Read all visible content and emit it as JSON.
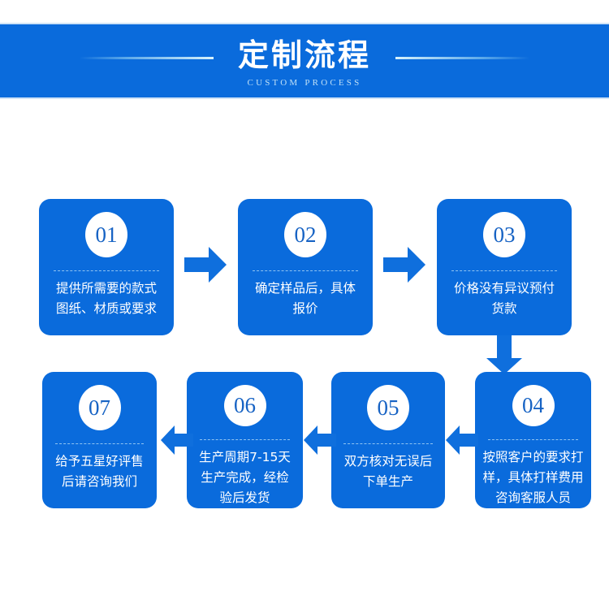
{
  "header": {
    "title": "定制流程",
    "subtitle": "CUSTOM PROCESS",
    "background_color": "#0a6bdc",
    "title_color": "#ffffff",
    "subtitle_color": "#bfe0f7",
    "left_rule": "decorative-line",
    "right_rule": "decorative-line"
  },
  "theme": {
    "card_color": "#0a6bdc",
    "arrow_color": "#0f6fdd",
    "circle_color": "#ffffff",
    "number_color": "#1763c4",
    "page_background": "#ffffff"
  },
  "flow": {
    "row1": [
      {
        "number": "01",
        "text": "提供所需要的款式\n图纸、材质或要求"
      },
      {
        "number": "02",
        "text": "确定样品后，具体\n报价"
      },
      {
        "number": "03",
        "text": "价格没有异议预付\n货款"
      }
    ],
    "row2": [
      {
        "number": "07",
        "text": "给予五星好评售\n后请咨询我们"
      },
      {
        "number": "06",
        "text": "生产周期7-15天\n生产完成，经检\n验后发货"
      },
      {
        "number": "05",
        "text": "双方核对无误后\n下单生产"
      },
      {
        "number": "04",
        "text": "按照客户的要求打\n样，具体打样费用\n咨询客服人员"
      }
    ]
  },
  "arrows": {
    "r1_a": "arrow-right",
    "r1_b": "arrow-right",
    "down": "arrow-down",
    "r2_a": "arrow-left",
    "r2_b": "arrow-left",
    "r2_c": "arrow-left"
  }
}
